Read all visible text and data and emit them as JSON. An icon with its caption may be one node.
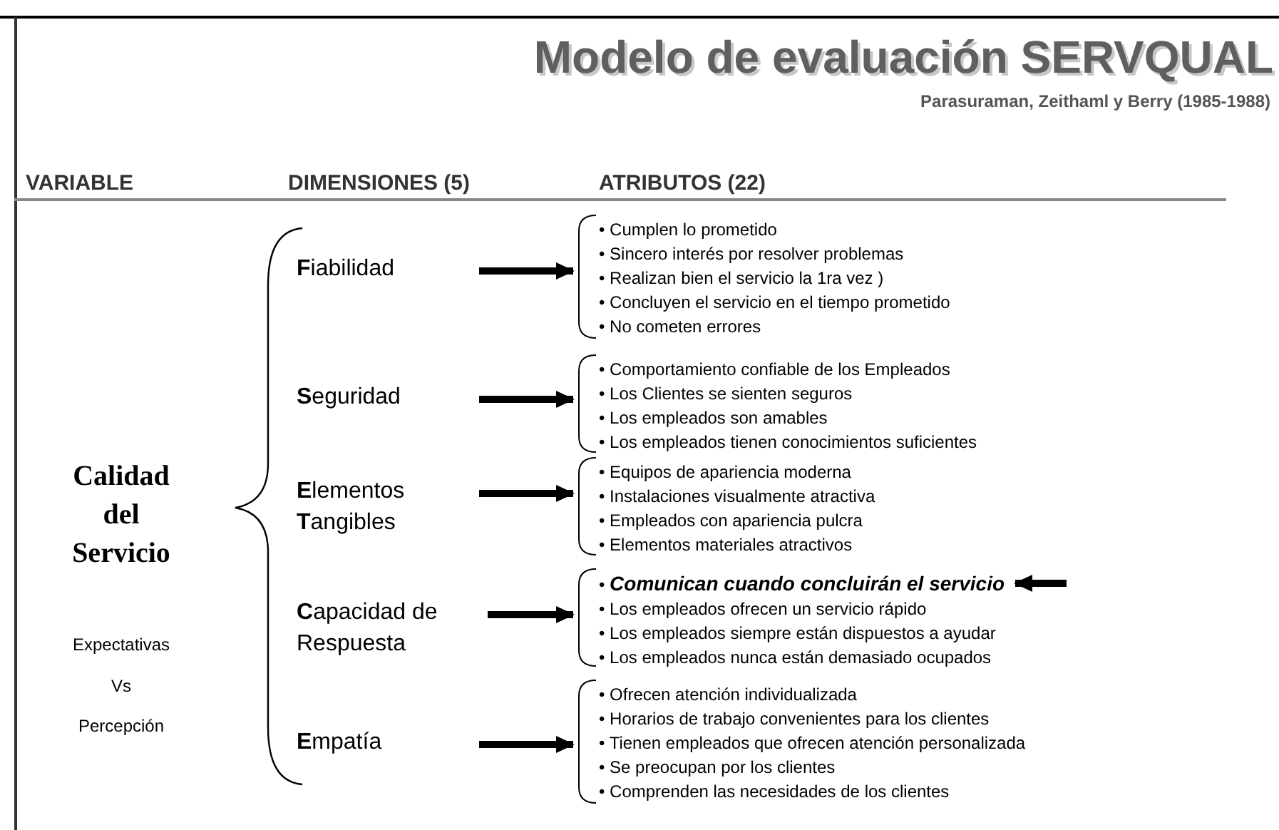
{
  "diagram": {
    "title": "Modelo de evaluación SERVQUAL",
    "nodes": [
      {
        "text": [
          "Calidad del Servicio"
        ]
      },
      {
        "text": [
          "**F**iabilidad"
        ]
      },
      {
        "text": [
          "**S**eguridad"
        ]
      },
      {
        "text": [
          "**E**lementos **T**angibles"
        ]
      },
      {
        "text": [
          "**C**apacidad de Respuesta"
        ]
      },
      {
        "text": [
          "**E**mpatía"
        ]
      },
      {
        "text": [
          "• Cumplen lo prometido",
          "• Sincero interés por resolver problemas",
          "• Realizan bien el servicio la 1ra vez )",
          "• Concluyen el servicio en el tiempo prometido",
          "• No cometen errores"
        ]
      },
      {
        "text": [
          "• Comportamiento confiable de los Empleados",
          "• Los Clientes se sienten seguros",
          "• Los empleados son amables",
          "• Los empleados tienen conocimientos suficientes"
        ]
      },
      {
        "text": [
          "• Equipos de apariencia moderna",
          "• Instalaciones visualmente atractiva",
          "• Empleados con apariencia pulcra",
          "• Elementos materiales atractivos"
        ]
      },
      {
        "text": [
          "• *Comunican cuando concluirán el servicio*",
          "• Los empleados ofrecen un servicio rápido",
          "• Los empleados siempre están dispuestos a ayudar",
          "• Los empleados nunca están demasiado ocupados"
        ]
      },
      {
        "text": [
          "• Ofrecen atención individualizada",
          "• Horarios de trabajo convenientes para los clientes",
          "• Tienen empleados que ofrecen atención personalizada",
          "• Se preocupan por los clientes",
          "• Comprenden las necesidades de los clientes"
        ]
      }
    ],
    "edges": [
      {
        "from": 1,
        "to": 6,
        "arrow": "to"
      },
      {
        "from": 2,
        "to": 7,
        "arrow": "to"
      },
      {
        "from": 3,
        "to": 8,
        "arrow": "to"
      },
      {
        "from": 4,
        "to": 9,
        "arrow": "to"
      },
      {
        "from": 5,
        "to": 10,
        "arrow": "to"
      },
      {
        "from": null,
        "to": 9,
        "arrow": "to"
      }
    ],
    "labels": [
      "Parasuraman, Zeithaml y Berry (1985-1988)",
      "VARIABLE",
      "DIMENSIONES (5)",
      "ATRIBUTOS (22)",
      "Expectativas",
      "Vs",
      "Percepción"
    ]
  }
}
